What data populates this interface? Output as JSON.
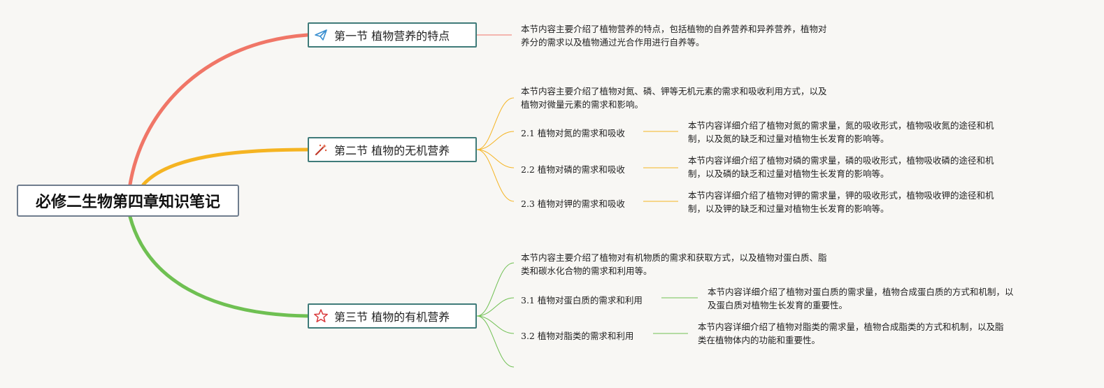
{
  "root": {
    "title": "必修二生物第四章知识笔记"
  },
  "colors": {
    "section1": "#f07667",
    "section2": "#f5b422",
    "section3": "#6fc052",
    "box_border": "#3f7b79",
    "root_border": "#6f7d8e"
  },
  "sections": [
    {
      "title": "第一节 植物营养的特点",
      "icon": "paper-plane-icon",
      "summary_line1": "本节内容主要介绍了植物营养的特点，包括植物的自养营养和异养营养，植物对",
      "summary_line2": "养分的需求以及植物通过光合作用进行自养等。"
    },
    {
      "title": "第二节 植物的无机营养",
      "icon": "magic-wand-icon",
      "summary_line1": "本节内容主要介绍了植物对氮、磷、钾等无机元素的需求和吸收利用方式，以及",
      "summary_line2": "植物对微量元素的需求和影响。",
      "subtopics": [
        {
          "label": "2.1 植物对氮的需求和吸收",
          "detail_line1": "本节内容详细介绍了植物对氮的需求量，氮的吸收形式，植物吸收氮的途径和机",
          "detail_line2": "制，以及氮的缺乏和过量对植物生长发育的影响等。"
        },
        {
          "label": "2.2 植物对磷的需求和吸收",
          "detail_line1": "本节内容详细介绍了植物对磷的需求量，磷的吸收形式，植物吸收磷的途径和机",
          "detail_line2": "制，以及磷的缺乏和过量对植物生长发育的影响等。"
        },
        {
          "label": "2.3 植物对钾的需求和吸收",
          "detail_line1": "本节内容详细介绍了植物对钾的需求量，钾的吸收形式，植物吸收钾的途径和机",
          "detail_line2": "制，以及钾的缺乏和过量对植物生长发育的影响等。"
        }
      ]
    },
    {
      "title": "第三节 植物的有机营养",
      "icon": "star-icon",
      "summary_line1": "本节内容主要介绍了植物对有机物质的需求和获取方式，以及植物对蛋白质、脂",
      "summary_line2": "类和碳水化合物的需求和利用等。",
      "subtopics": [
        {
          "label": "3.1 植物对蛋白质的需求和利用",
          "detail_line1": "本节内容详细介绍了植物对蛋白质的需求量，植物合成蛋白质的方式和机制，以",
          "detail_line2": "及蛋白质对植物生长发育的重要性。"
        },
        {
          "label": "3.2 植物对脂类的需求和利用",
          "detail_line1": "本节内容详细介绍了植物对脂类的需求量，植物合成脂类的方式和机制，以及脂",
          "detail_line2": "类在植物体内的功能和重要性。"
        }
      ]
    }
  ]
}
